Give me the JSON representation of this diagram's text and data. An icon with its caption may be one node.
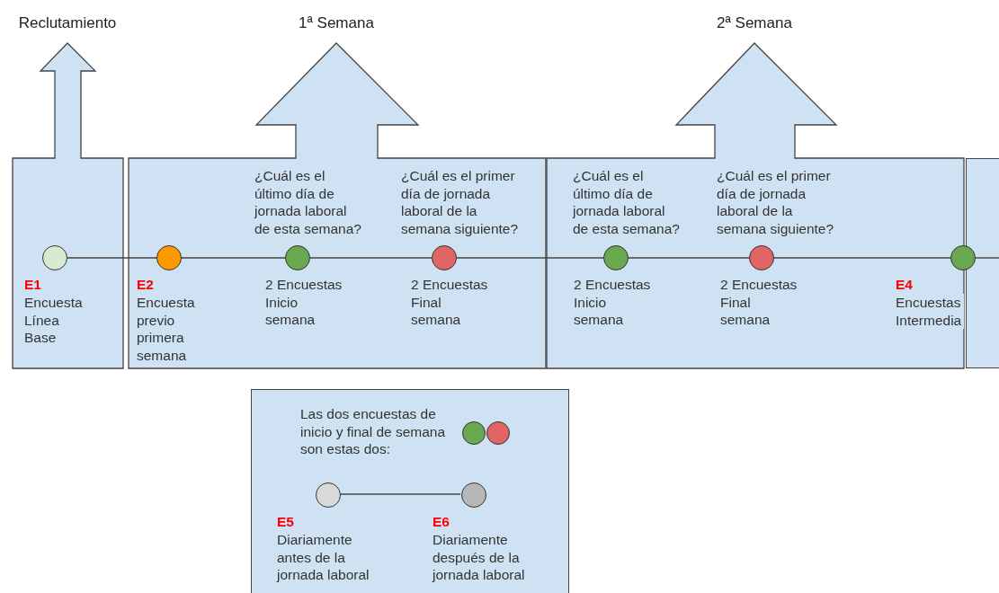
{
  "diagram": {
    "nodes": [
      {
        "text": [
          "Reclutamiento"
        ]
      },
      {
        "text": [
          "1ª Semana"
        ]
      },
      {
        "text": [
          "2ª Semana"
        ]
      },
      {
        "text": [],
        "shape": "box"
      },
      {
        "text": [
          "Las dos encuestas de inicio y final de semana son estas dos:"
        ]
      },
      {
        "text": [],
        "shape": "circle",
        "in": 0,
        "beside": [
          "E1",
          "Encuesta Línea Base"
        ]
      },
      {
        "text": [],
        "shape": "circle",
        "in": 1,
        "beside": [
          "E2",
          "Encuesta previo primera semana"
        ]
      },
      {
        "text": [],
        "shape": "circle",
        "in": 1,
        "beside": [
          "¿Cuál es el último día de jornada laboral de esta semana?",
          "2 Encuestas Inicio semana"
        ]
      },
      {
        "text": [],
        "shape": "circle",
        "in": 1,
        "beside": [
          "¿Cuál es el primer día de jornada laboral de la semana siguiente?",
          "2 Encuestas Final semana"
        ]
      },
      {
        "text": [],
        "shape": "circle",
        "in": 2,
        "beside": [
          "¿Cuál es el último día de jornada laboral de esta semana?",
          "2 Encuestas Inicio semana"
        ]
      },
      {
        "text": [],
        "shape": "circle",
        "in": 2,
        "beside": [
          "¿Cuál es el primer día de jornada laboral de la semana siguiente?",
          "2 Encuestas Final semana"
        ]
      },
      {
        "text": [],
        "shape": "circle",
        "beside": [
          "E4",
          "Encuestas Intermedia"
        ]
      },
      {
        "text": [],
        "shape": "circle",
        "in": 4
      },
      {
        "text": [],
        "shape": "circle",
        "in": 4
      },
      {
        "text": [],
        "shape": "circle",
        "in": 4,
        "beside": [
          "E5",
          "Diariamente antes de la jornada laboral"
        ]
      },
      {
        "text": [],
        "shape": "circle",
        "in": 4,
        "beside": [
          "E6",
          "Diariamente después de la jornada laboral"
        ]
      }
    ],
    "edges": [
      {
        "from": 5,
        "to": 6,
        "arrow": "none"
      },
      {
        "from": 6,
        "to": 7,
        "arrow": "none"
      },
      {
        "from": 7,
        "to": 8,
        "arrow": "none"
      },
      {
        "from": 8,
        "to": 9,
        "arrow": "none"
      },
      {
        "from": 9,
        "to": 10,
        "arrow": "none"
      },
      {
        "from": 10,
        "to": 11,
        "arrow": "none"
      },
      {
        "from": 11,
        "to": 3,
        "arrow": "none"
      },
      {
        "from": 14,
        "to": 15,
        "arrow": "none"
      }
    ]
  }
}
